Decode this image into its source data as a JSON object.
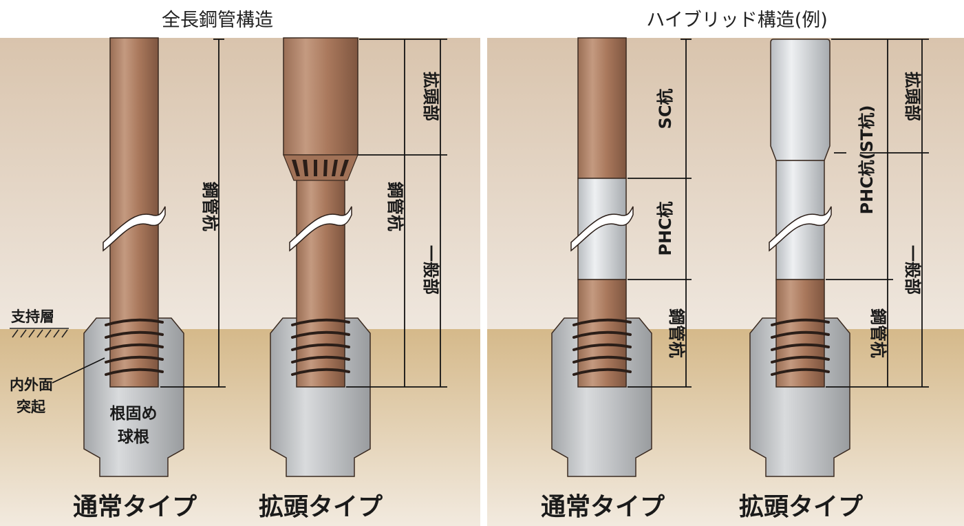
{
  "headings": {
    "left": "全長鋼管構造",
    "right": "ハイブリッド構造(例)"
  },
  "captions": {
    "left_normal": "通常タイプ",
    "left_expanded": "拡頭タイプ",
    "right_normal": "通常タイプ",
    "right_expanded": "拡頭タイプ"
  },
  "labels": {
    "steel_pile": "鋼管杭",
    "steel_pile_2": "鋼管杭",
    "steel_pile_3": "鋼管杭",
    "steel_pile_4": "鋼管杭",
    "expanded_head": "拡頭部",
    "expanded_head_2": "拡頭部",
    "general_part": "一般部",
    "general_part_2": "一般部",
    "sc_pile": "SC杭",
    "phc_pile": "PHC杭",
    "phc_st_pile": "PHC杭(ST杭)",
    "bearing_layer": "支持層",
    "protrusion_line1": "内外面",
    "protrusion_line2": "突起",
    "root_bulb_line1": "根固め",
    "root_bulb_line2": "球根"
  },
  "colors": {
    "soil_upper": "#efe6dc",
    "soil_lower": "#dcc49a",
    "steel_pipe": "#a67a5e",
    "concrete_pipe": "#c9cccf",
    "root_bulb": "#b9bbbd"
  }
}
